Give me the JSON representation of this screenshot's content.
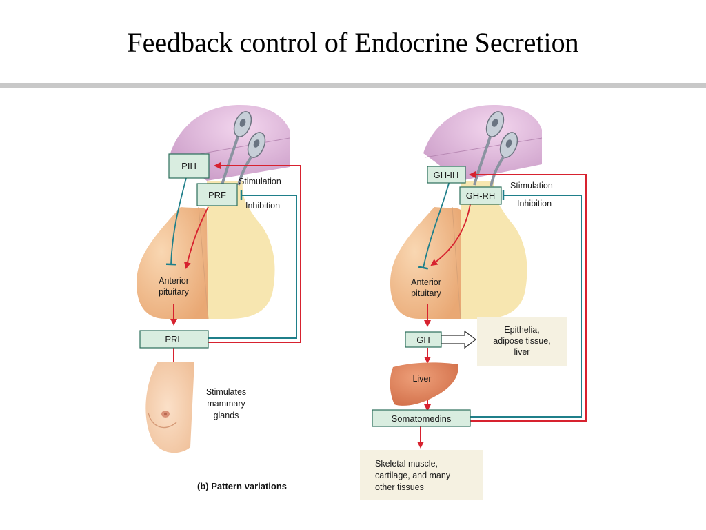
{
  "title": "Feedback control of Endocrine Secretion",
  "caption": "(b) Pattern variations",
  "colors": {
    "stimulation": "#d7222f",
    "inhibition": "#1f7f8a",
    "box_fill": "#d9ede0",
    "box_stroke": "#2c6e5a",
    "target_fill": "#f5f1e1",
    "hypothalamus": "#e6c0dd",
    "anterior_pituitary": "#f3c79b",
    "posterior_pituitary": "#f7e6b0",
    "liver": "#e48a5c"
  },
  "left_panel": {
    "pih": "PIH",
    "prf": "PRF",
    "stimulation": "Stimulation",
    "inhibition": "Inhibition",
    "anterior_pituitary": [
      "Anterior",
      "pituitary"
    ],
    "prl": "PRL",
    "effect": [
      "Stimulates",
      "mammary",
      "glands"
    ]
  },
  "right_panel": {
    "gh_ih": "GH-IH",
    "gh_rh": "GH-RH",
    "stimulation": "Stimulation",
    "inhibition": "Inhibition",
    "anterior_pituitary": [
      "Anterior",
      "pituitary"
    ],
    "gh": "GH",
    "direct_targets": [
      "Epithelia,",
      "adipose tissue,",
      "liver"
    ],
    "liver": "Liver",
    "somatomedins": "Somatomedins",
    "indirect_targets": [
      "Skeletal muscle,",
      "cartilage, and many",
      "other tissues"
    ]
  }
}
